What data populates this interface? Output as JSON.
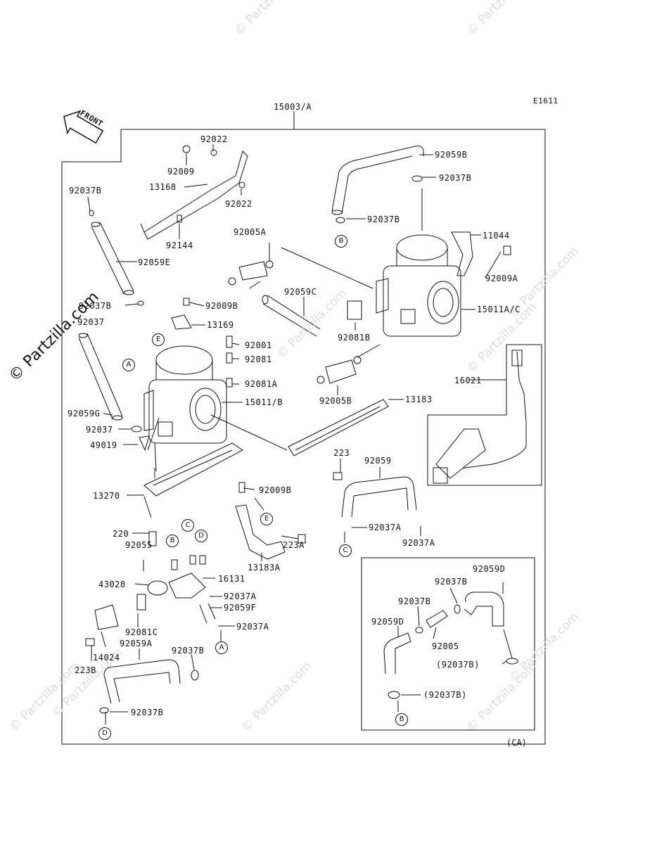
{
  "diagram_code": "E1611",
  "assembly_label": "15003/A",
  "front_label": "FRONT",
  "copyright": "© Partzilla.com",
  "watermark_text": "© Partzilla.com",
  "california_tag": "(CA)",
  "parts": {
    "p92022a": "92022",
    "p92009": "92009",
    "p13168": "13168",
    "p92022b": "92022",
    "p92144": "92144",
    "p92037B_1": "92037B",
    "p92059E": "92059E",
    "p92005A": "92005A",
    "p92059C": "92059C",
    "p92037B_2": "92037B",
    "p92037": "92037",
    "p92009B_1": "92009B",
    "p13169": "13169",
    "p92001": "92001",
    "p92081": "92081",
    "p92081A": "92081A",
    "p15011B": "15011/B",
    "p92059G": "92059G",
    "p92037_2": "92037",
    "p49019": "49019",
    "p92059B": "92059B",
    "p92037B_3": "92037B",
    "p92037B_4": "92037B",
    "p11044": "11044",
    "p92009A": "92009A",
    "p15011AC": "15011A/C",
    "p92081B": "92081B",
    "p92005B": "92005B",
    "p13183": "13183",
    "p16021": "16021",
    "p223": "223",
    "p92059": "92059",
    "p92037A_1": "92037A",
    "p92037A_2": "92037A",
    "p13270": "13270",
    "p92009B_2": "92009B",
    "p220": "220",
    "p92055": "92055",
    "p223A": "223A",
    "p13183A": "13183A",
    "p43028": "43028",
    "p16131": "16131",
    "p92037A_3": "92037A",
    "p92059F": "92059F",
    "p92037A_4": "92037A",
    "p92081C": "92081C",
    "p14024": "14024",
    "p92059A": "92059A",
    "p92037B_5": "92037B",
    "p223B": "223B",
    "p92037B_6": "92037B",
    "p92059D_1": "92059D",
    "p92037B_7": "92037B",
    "p92037B_8": "92037B",
    "p92059D_2": "92059D",
    "p92005": "92005",
    "p92037B_9": "(92037B)",
    "p92037B_10": "(92037B)"
  },
  "markers": {
    "A": "A",
    "B": "B",
    "C": "C",
    "D": "D",
    "E": "E"
  }
}
